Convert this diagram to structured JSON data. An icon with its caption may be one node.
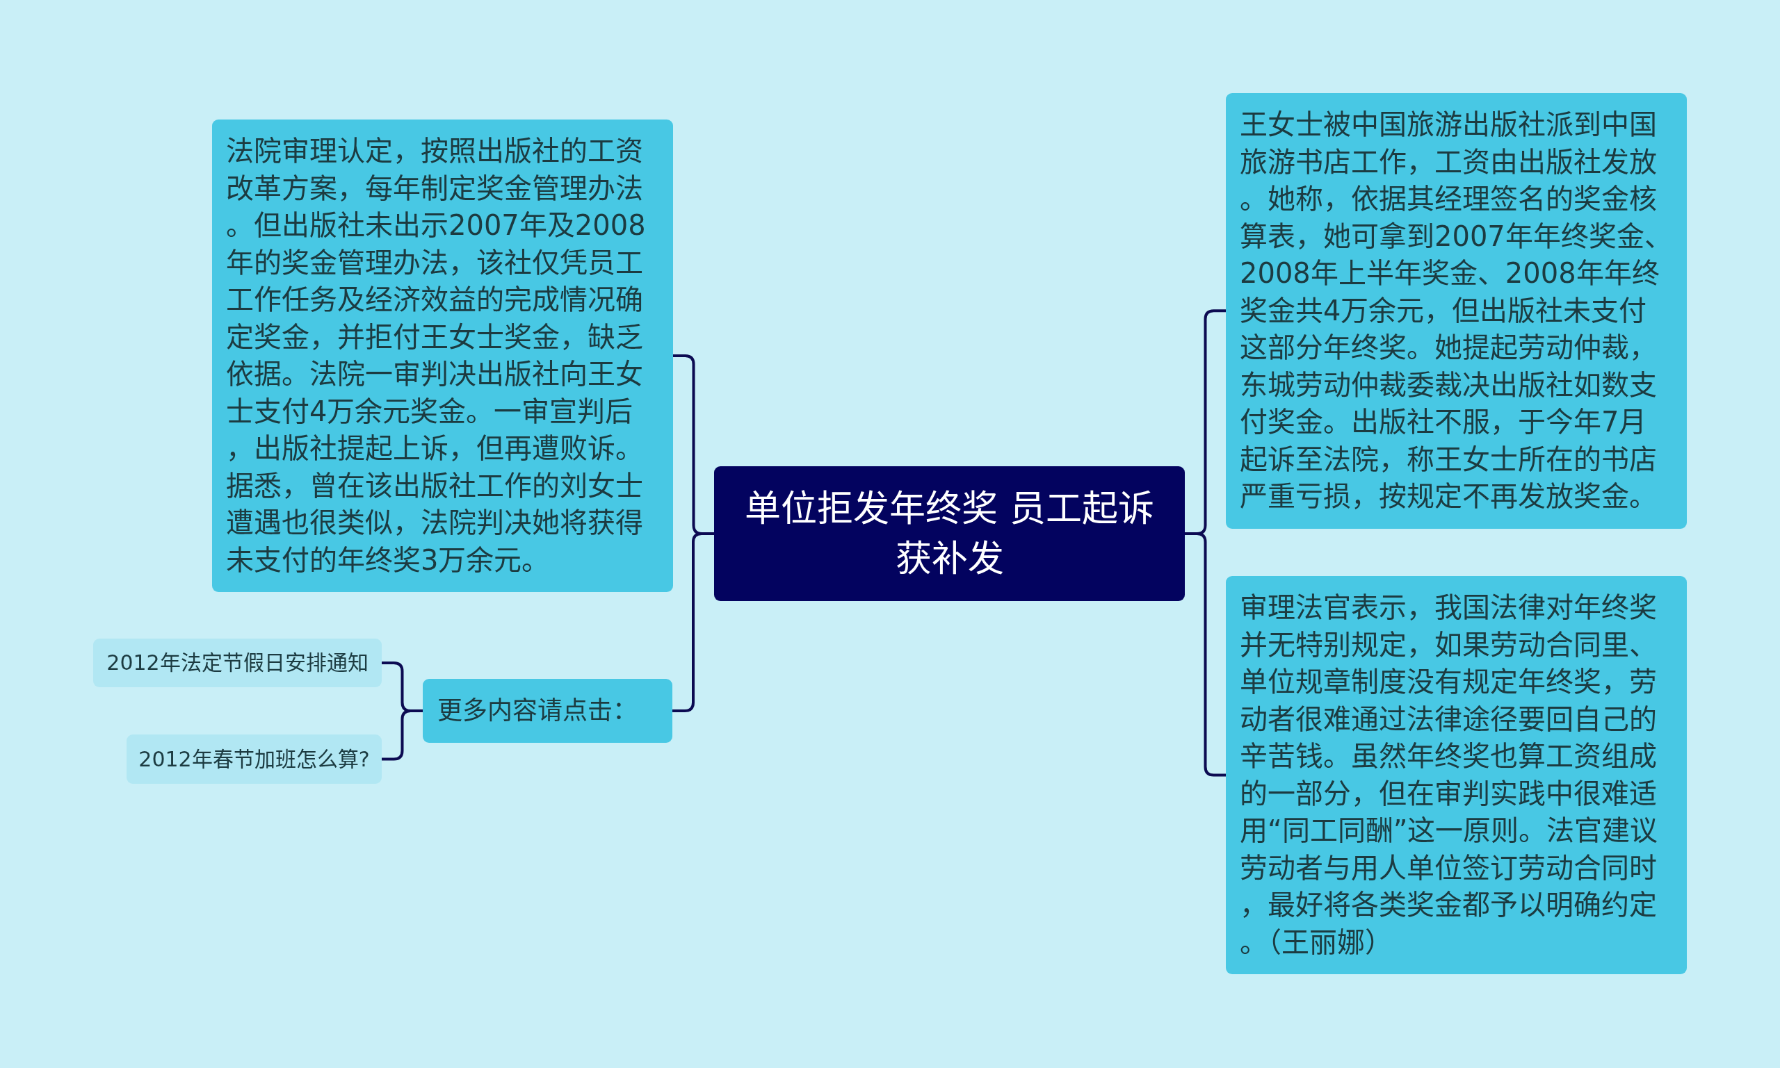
{
  "diagram": {
    "nodes": [
      {
        "text": [
          "单位拒发年终奖 员工起诉获补发"
        ]
      },
      {
        "text": [
          "法院审理认定，按照出版社的工资改革方案，每年制定奖金管理办法。但出版社未出示2007年及2008年的奖金管理办法，该社仅凭员工工作任务及经济效益的完成情况确定奖金，并拒付王女士奖金，缺乏依据。法院一审判决出版社向王女士支付4万余元奖金。一审宣判后，出版社提起上诉，但再遭败诉。据悉，曾在该出版社工作的刘女士遭遇也很类似，法院判决她将获得未支付的年终奖3万余元。"
        ]
      },
      {
        "text": [
          "更多内容请点击："
        ]
      },
      {
        "text": [
          "2012年法定节假日安排通知"
        ]
      },
      {
        "text": [
          "2012年春节加班怎么算?"
        ]
      },
      {
        "text": [
          "王女士被中国旅游出版社派到中国旅游书店工作，工资由出版社发放。她称，依据其经理签名的奖金核算表，她可拿到2007年年终奖金、2008年上半年奖金、2008年年终奖金共4万余元，但出版社未支付这部分年终奖。她提起劳动仲裁，东城劳动仲裁委裁决出版社如数支付奖金。出版社不服，于今年7月起诉至法院，称王女士所在的书店严重亏损，按规定不再发放奖金。"
        ]
      },
      {
        "text": [
          "审理法官表示，我国法律对年终奖并无特别规定，如果劳动合同里、单位规章制度没有规定年终奖，劳动者很难通过法律途径要回自己的辛苦钱。虽然年终奖也算工资组成的一部分，但在审判实践中很难适用“同工同酬”这一原则。法官建议劳动者与用人单位签订劳动合同时，最好将各类奖金都予以明确约定。（王丽娜）"
        ]
      }
    ],
    "edges": [
      {
        "from": 0,
        "to": 1,
        "arrow": "none"
      },
      {
        "from": 0,
        "to": 2,
        "arrow": "none"
      },
      {
        "from": 2,
        "to": 3,
        "arrow": "none"
      },
      {
        "from": 2,
        "to": 4,
        "arrow": "none"
      },
      {
        "from": 0,
        "to": 5,
        "arrow": "none"
      },
      {
        "from": 0,
        "to": 6,
        "arrow": "none"
      }
    ]
  }
}
